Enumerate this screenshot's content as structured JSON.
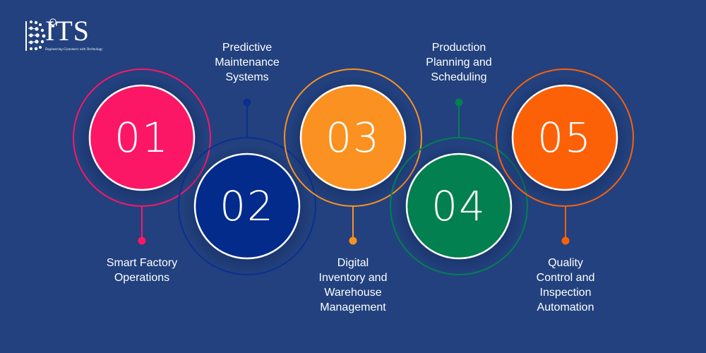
{
  "logo": {
    "text": "ITS",
    "tagline": "Engineering Customers with Technology"
  },
  "colors": {
    "background": "#22417e",
    "step1": "#fc1766",
    "step2": "#022b8c",
    "step3": "#fb9120",
    "step4": "#02804f",
    "step5": "#fc6108",
    "ring2": "#0b2f8f"
  },
  "steps": [
    {
      "number": "01",
      "label": "Smart Factory\nOperations"
    },
    {
      "number": "02",
      "label": "Predictive\nMaintenance\nSystems"
    },
    {
      "number": "03",
      "label": "Digital\nInventory and\nWarehouse\nManagement"
    },
    {
      "number": "04",
      "label": "Production\nPlanning and\nScheduling"
    },
    {
      "number": "05",
      "label": "Quality\nControl and\nInspection\nAutomation"
    }
  ]
}
